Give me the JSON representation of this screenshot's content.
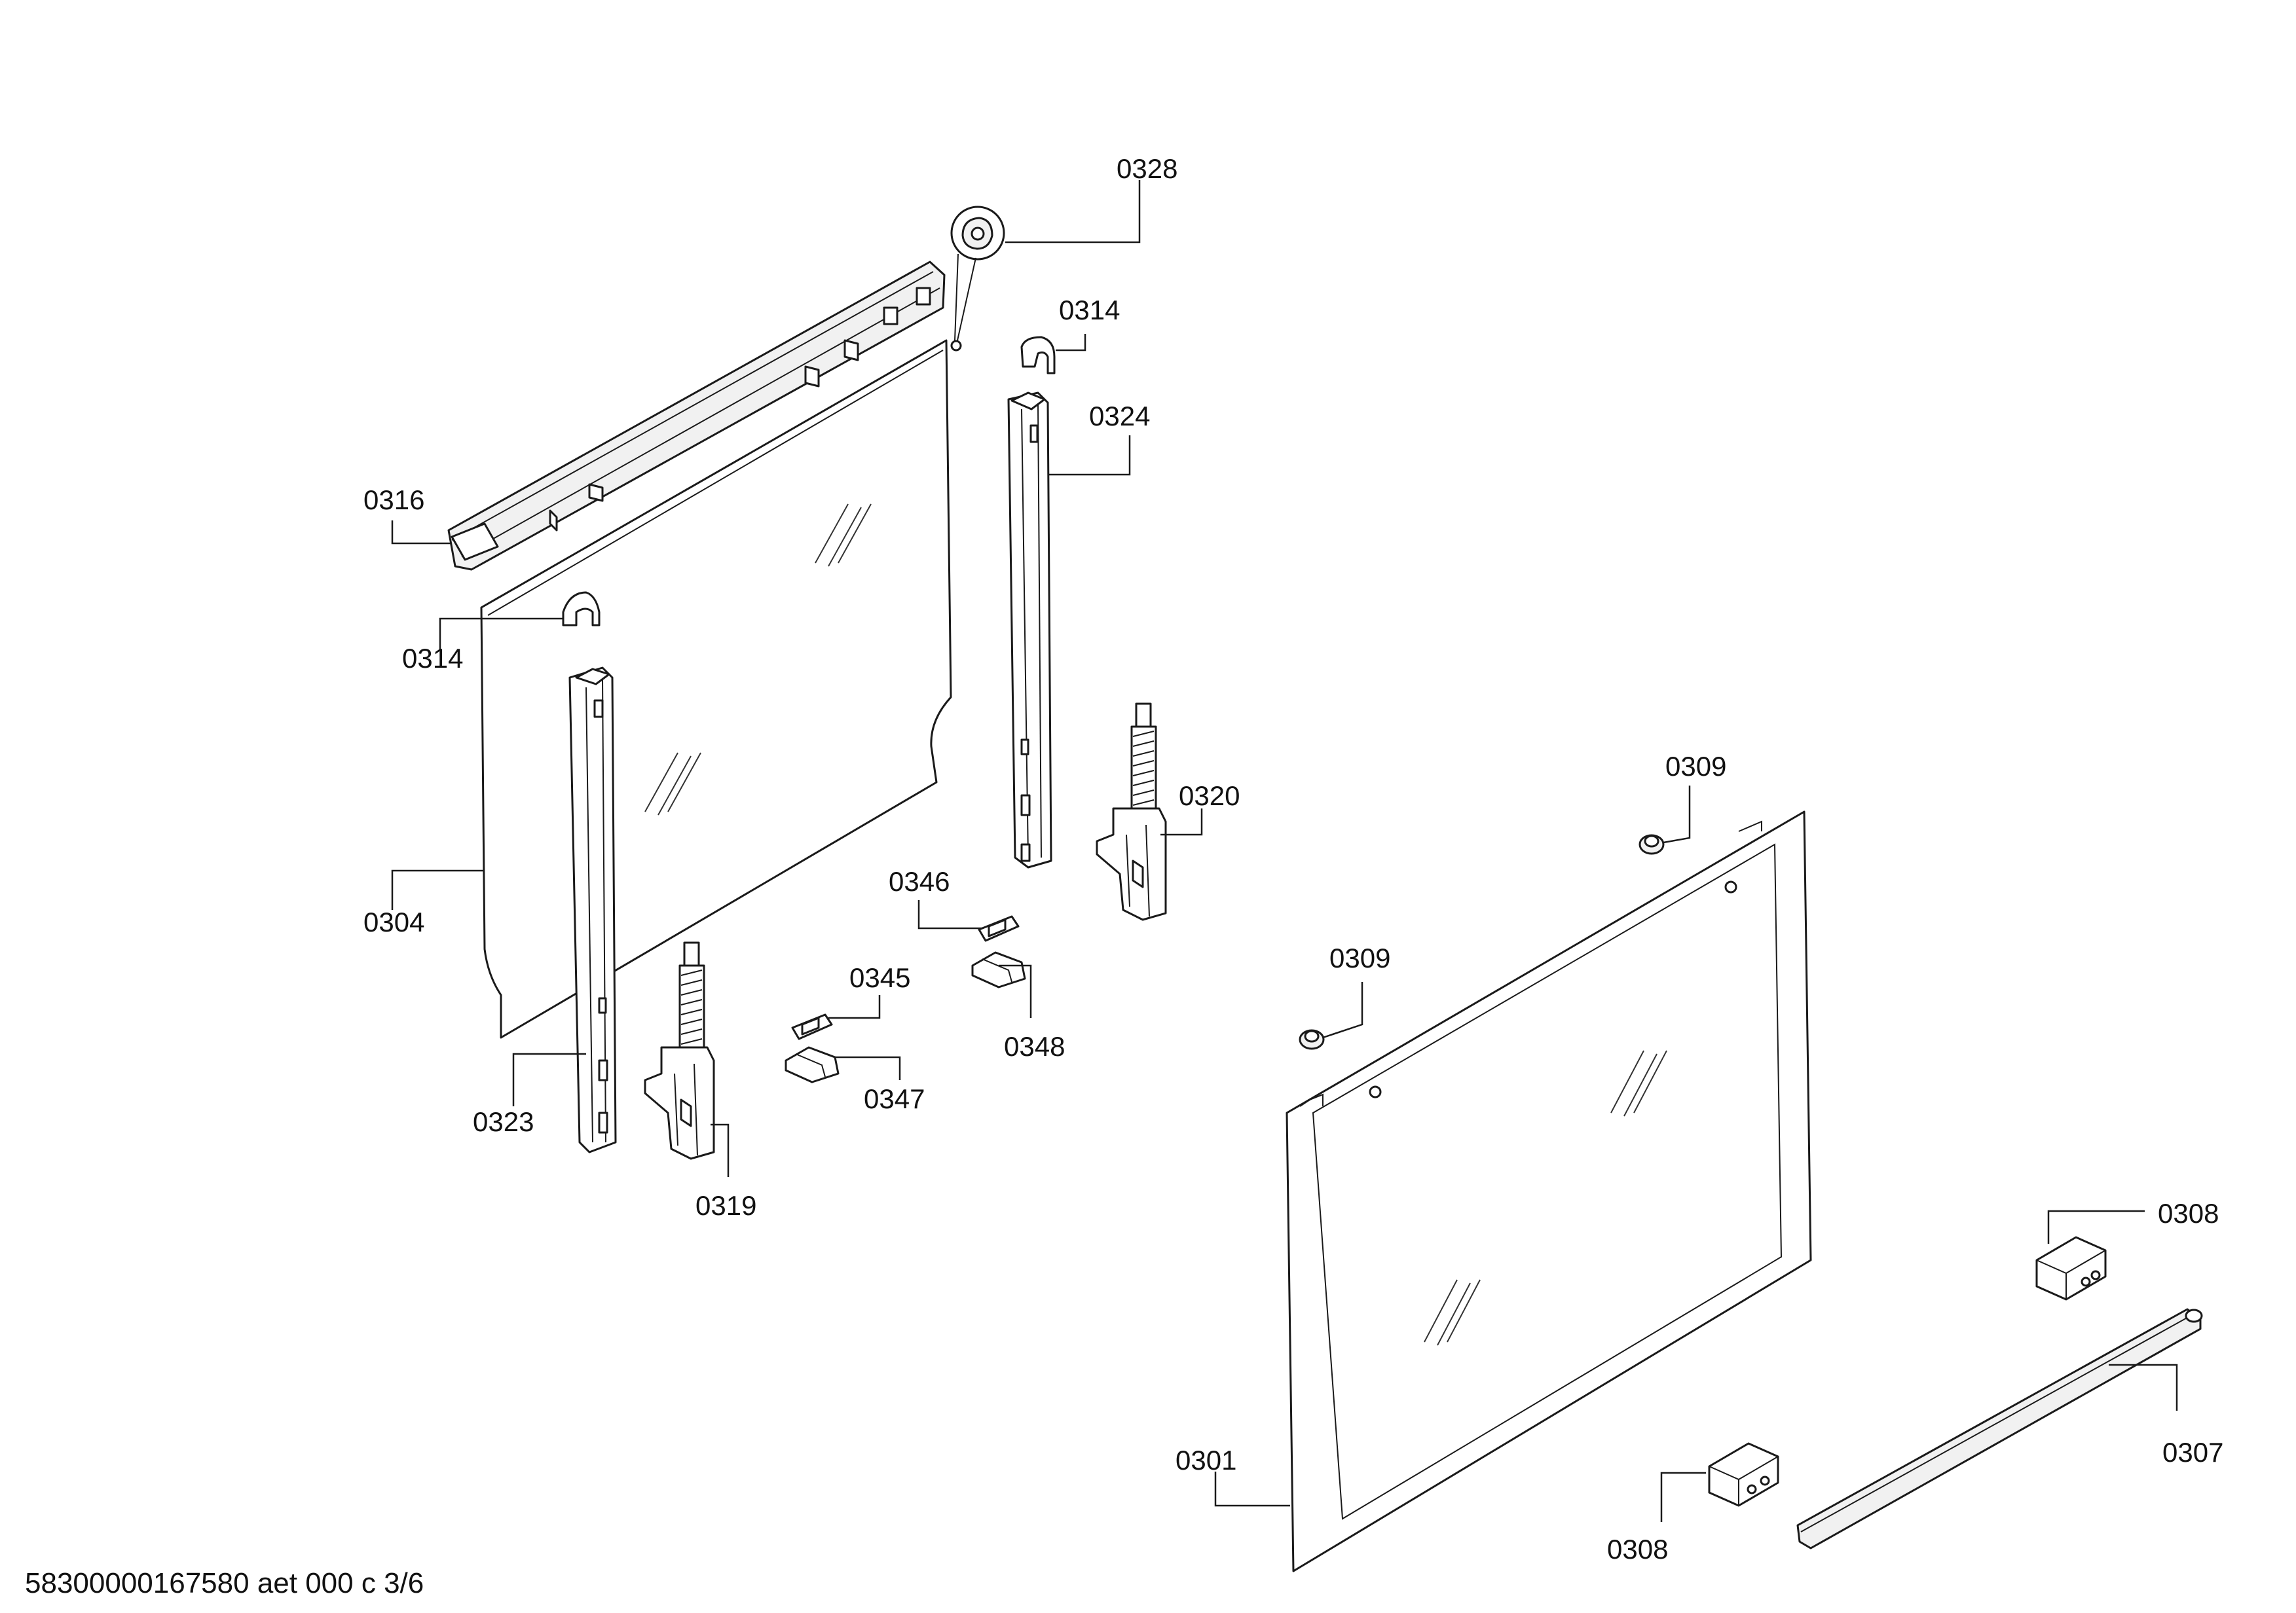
{
  "labels": {
    "p0328": "0328",
    "p0314_top": "0314",
    "p0324": "0324",
    "p0316": "0316",
    "p0314_left": "0314",
    "p0304": "0304",
    "p0320": "0320",
    "p0309_top": "0309",
    "p0346": "0346",
    "p0345": "0345",
    "p0348": "0348",
    "p0347": "0347",
    "p0309_mid": "0309",
    "p0323": "0323",
    "p0319": "0319",
    "p0308_right": "0308",
    "p0307": "0307",
    "p0301": "0301",
    "p0308_bottom": "0308"
  },
  "footer": "58300000167580 aet 000 c 3/6"
}
